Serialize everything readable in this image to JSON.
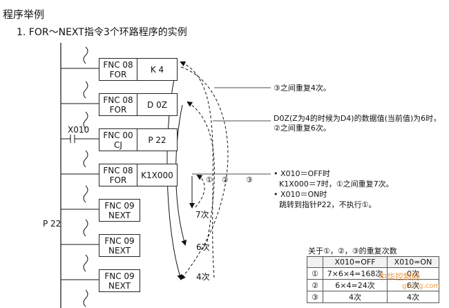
{
  "title": "程序举例",
  "subtitle": "1. FOR～NEXT指令3个环路程序的实例",
  "blocks": [
    {
      "line1": "FNC 08",
      "line2": "FOR",
      "operand": "K  4"
    },
    {
      "line1": "FNC 08",
      "line2": "FOR",
      "operand": "D 0Z"
    },
    {
      "line1": "FNC 00",
      "line2": "CJ",
      "operand": "P 22"
    },
    {
      "line1": "FNC 08",
      "line2": "FOR",
      "operand": "K1X000"
    },
    {
      "line1": "FNC 09",
      "line2": "NEXT"
    },
    {
      "line1": "FNC 09",
      "line2": "NEXT"
    },
    {
      "line1": "FNC 09",
      "line2": "NEXT"
    }
  ],
  "contact_label": "X010",
  "pointer_label": "P 22",
  "loop_marks": {
    "c1": "①",
    "c2": "②",
    "c3": "③"
  },
  "loop_counts": {
    "inner": "7次",
    "middle": "6次",
    "outer": "4次"
  },
  "notes": {
    "note3": "③之间重复4次。",
    "note2a": "D0Z(Z为4的时候为D4)的数据值(当前值)为6时，",
    "note2b": "②之间重复6次。",
    "note1a": "• X010＝OFF时",
    "note1b": "K1X000＝7时，①之间重复7次。",
    "note1c": "• X010＝ON时",
    "note1d": "跳转到指针P22，不执行①。"
  },
  "table": {
    "caption": "关于①，②，③的重复次数",
    "headers": [
      "",
      "X010=OFF",
      "X010=ON"
    ],
    "rows": [
      [
        "①",
        "7×6×4=168次",
        "0次"
      ],
      [
        "②",
        "6×4=24次",
        "6次"
      ],
      [
        "③",
        "4次",
        "4次"
      ]
    ]
  },
  "watermark": {
    "line1": "中华控制网",
    "line2": "gkong.com"
  }
}
